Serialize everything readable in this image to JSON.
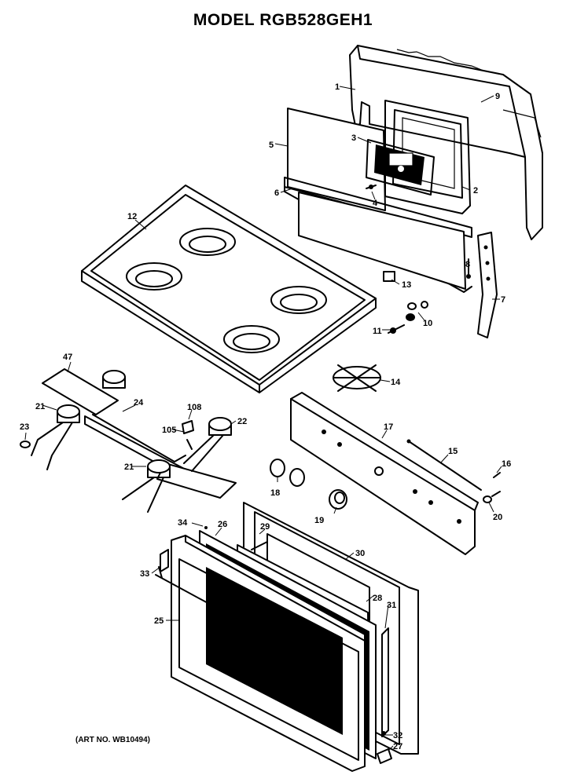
{
  "title": "MODEL RGB528GEH1",
  "art_no": "(ART NO. WB10494)",
  "parts": [
    {
      "id": "p1",
      "label": "1"
    },
    {
      "id": "p9",
      "label": "9"
    },
    {
      "id": "p3",
      "label": "3"
    },
    {
      "id": "p5",
      "label": "5"
    },
    {
      "id": "p2",
      "label": "2"
    },
    {
      "id": "p6",
      "label": "6"
    },
    {
      "id": "p4",
      "label": "4"
    },
    {
      "id": "p12",
      "label": "12"
    },
    {
      "id": "p8",
      "label": "8"
    },
    {
      "id": "p13",
      "label": "13"
    },
    {
      "id": "p7",
      "label": "7"
    },
    {
      "id": "p10",
      "label": "10"
    },
    {
      "id": "p11",
      "label": "11"
    },
    {
      "id": "p14",
      "label": "14"
    },
    {
      "id": "p47",
      "label": "47"
    },
    {
      "id": "p21a",
      "label": "21"
    },
    {
      "id": "p24",
      "label": "24"
    },
    {
      "id": "p108",
      "label": "108"
    },
    {
      "id": "p105",
      "label": "105"
    },
    {
      "id": "p22",
      "label": "22"
    },
    {
      "id": "p23",
      "label": "23"
    },
    {
      "id": "p21b",
      "label": "21"
    },
    {
      "id": "p17",
      "label": "17"
    },
    {
      "id": "p15",
      "label": "15"
    },
    {
      "id": "p16",
      "label": "16"
    },
    {
      "id": "p18",
      "label": "18"
    },
    {
      "id": "p19",
      "label": "19"
    },
    {
      "id": "p20",
      "label": "20"
    },
    {
      "id": "p34",
      "label": "34"
    },
    {
      "id": "p26",
      "label": "26"
    },
    {
      "id": "p29",
      "label": "29"
    },
    {
      "id": "p30",
      "label": "30"
    },
    {
      "id": "p33",
      "label": "33"
    },
    {
      "id": "p25",
      "label": "25"
    },
    {
      "id": "p28",
      "label": "28"
    },
    {
      "id": "p31",
      "label": "31"
    },
    {
      "id": "p32",
      "label": "32"
    },
    {
      "id": "p27",
      "label": "27"
    }
  ]
}
